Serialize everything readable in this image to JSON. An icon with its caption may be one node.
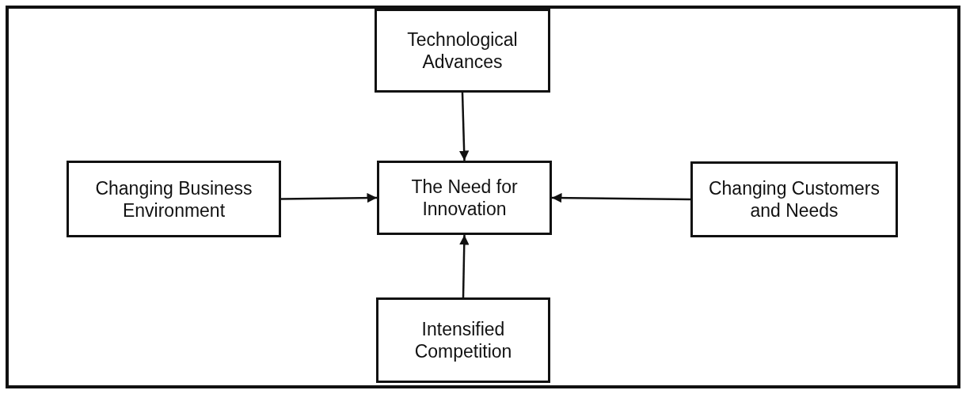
{
  "diagram": {
    "nodes": [
      {
        "text": [
          "Technological Advances"
        ]
      },
      {
        "text": [
          "Changing Business Environment"
        ]
      },
      {
        "text": [
          "The Need for Innovation"
        ]
      },
      {
        "text": [
          "Changing Customers and Needs"
        ]
      },
      {
        "text": [
          "Intensified Competition"
        ]
      }
    ],
    "edges": [
      {
        "from": 0,
        "to": 2,
        "arrow": "to"
      },
      {
        "from": 1,
        "to": 2,
        "arrow": "to"
      },
      {
        "from": 3,
        "to": 2,
        "arrow": "to"
      },
      {
        "from": 4,
        "to": 2,
        "arrow": "to"
      }
    ]
  }
}
